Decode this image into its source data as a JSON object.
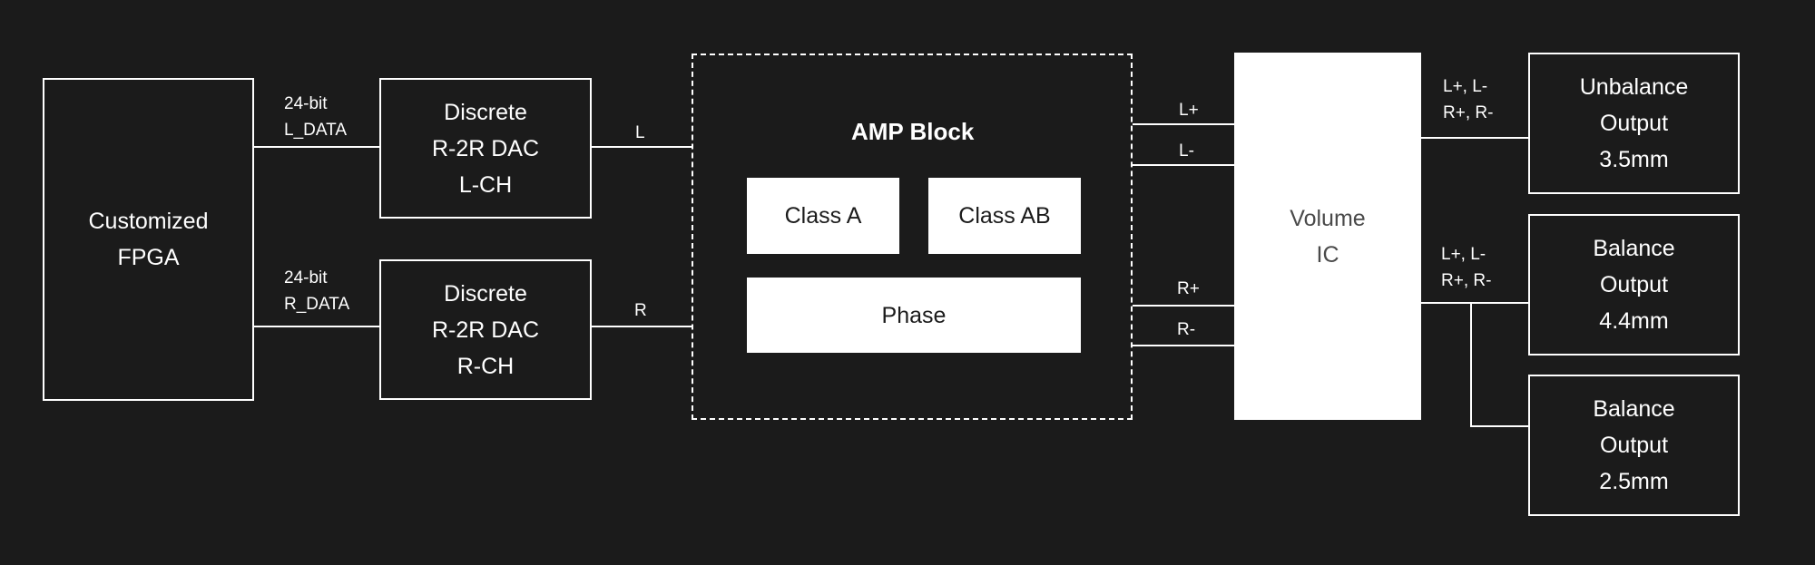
{
  "fpga": {
    "lines": [
      "Customized",
      "FPGA"
    ]
  },
  "dac_left": {
    "lines": [
      "Discrete",
      "R-2R DAC",
      "L-CH"
    ]
  },
  "dac_right": {
    "lines": [
      "Discrete",
      "R-2R DAC",
      "R-CH"
    ]
  },
  "bus_left": {
    "lines": [
      "24-bit",
      "L_DATA"
    ]
  },
  "bus_right": {
    "lines": [
      "24-bit",
      "R_DATA"
    ]
  },
  "amp_input_left": "L",
  "amp_input_right": "R",
  "amp_block": {
    "title": "AMP Block",
    "class_a": "Class A",
    "class_ab": "Class AB",
    "phase": "Phase"
  },
  "amp_outputs": {
    "l_plus": "L+",
    "l_minus": "L-",
    "r_plus": "R+",
    "r_minus": "R-"
  },
  "volume_ic": {
    "lines": [
      "Volume",
      "IC"
    ]
  },
  "signals_unbalance": {
    "lines": [
      "L+,  L-",
      "R+, R-"
    ]
  },
  "signals_balance": {
    "lines": [
      "L+,  L-",
      "R+, R-"
    ]
  },
  "outputs": [
    {
      "lines": [
        "Unbalance",
        "Output",
        "3.5mm"
      ]
    },
    {
      "lines": [
        "Balance",
        "Output",
        "4.4mm"
      ]
    },
    {
      "lines": [
        "Balance",
        "Output",
        "2.5mm"
      ]
    }
  ],
  "colors": {
    "background": "#1b1b1b",
    "foreground": "#ffffff"
  }
}
